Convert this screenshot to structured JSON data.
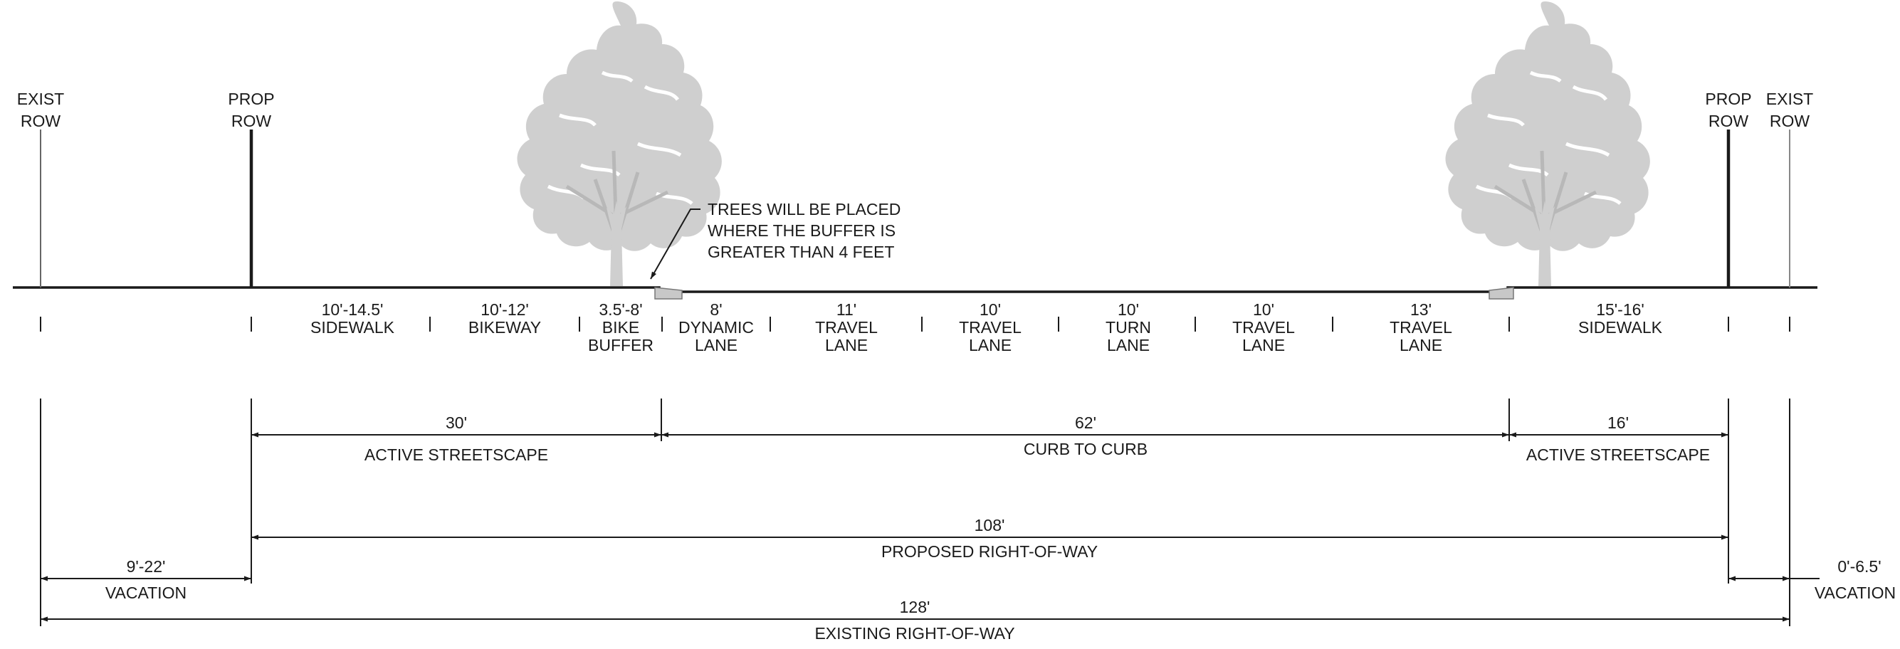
{
  "row_markers": {
    "left_exist": {
      "line1": "EXIST",
      "line2": "ROW"
    },
    "left_prop": {
      "line1": "PROP",
      "line2": "ROW"
    },
    "right_prop": {
      "line1": "PROP",
      "line2": "ROW"
    },
    "right_exist": {
      "line1": "EXIST",
      "line2": "ROW"
    }
  },
  "note": {
    "line1": "TREES WILL BE PLACED",
    "line2": "WHERE THE BUFFER IS",
    "line3": "GREATER THAN 4 FEET"
  },
  "segments": [
    {
      "width": "10'-14.5'",
      "name": [
        "SIDEWALK"
      ]
    },
    {
      "width": "10'-12'",
      "name": [
        "BIKEWAY"
      ]
    },
    {
      "width": "3.5'-8'",
      "name": [
        "BIKE",
        "BUFFER"
      ]
    },
    {
      "width": "8'",
      "name": [
        "DYNAMIC",
        "LANE"
      ]
    },
    {
      "width": "11'",
      "name": [
        "TRAVEL",
        "LANE"
      ]
    },
    {
      "width": "10'",
      "name": [
        "TRAVEL",
        "LANE"
      ]
    },
    {
      "width": "10'",
      "name": [
        "TURN",
        "LANE"
      ]
    },
    {
      "width": "10'",
      "name": [
        "TRAVEL",
        "LANE"
      ]
    },
    {
      "width": "13'",
      "name": [
        "TRAVEL",
        "LANE"
      ]
    },
    {
      "width": "15'-16'",
      "name": [
        "SIDEWALK"
      ]
    }
  ],
  "dimensions": {
    "streetscape_left": {
      "value": "30'",
      "label": "ACTIVE STREETSCAPE"
    },
    "curb_to_curb": {
      "value": "62'",
      "label": "CURB TO CURB"
    },
    "streetscape_right": {
      "value": "16'",
      "label": "ACTIVE STREETSCAPE"
    },
    "proposed_row": {
      "value": "108'",
      "label": "PROPOSED RIGHT-OF-WAY"
    },
    "vacation_left": {
      "value": "9'-22'",
      "label": "VACATION"
    },
    "vacation_right": {
      "value": "0'-6.5'",
      "label": "VACATION"
    },
    "existing_row": {
      "value": "128'",
      "label": "EXISTING RIGHT-OF-WAY"
    }
  }
}
